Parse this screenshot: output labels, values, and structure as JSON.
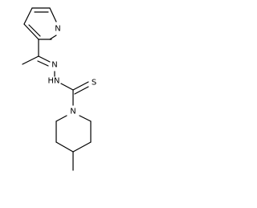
{
  "molecule": {
    "atoms": {
      "pyridine_n": "N",
      "hydrazone_n": "N",
      "nh": "HN",
      "thione_s": "S",
      "piperidine_n": "N"
    }
  }
}
